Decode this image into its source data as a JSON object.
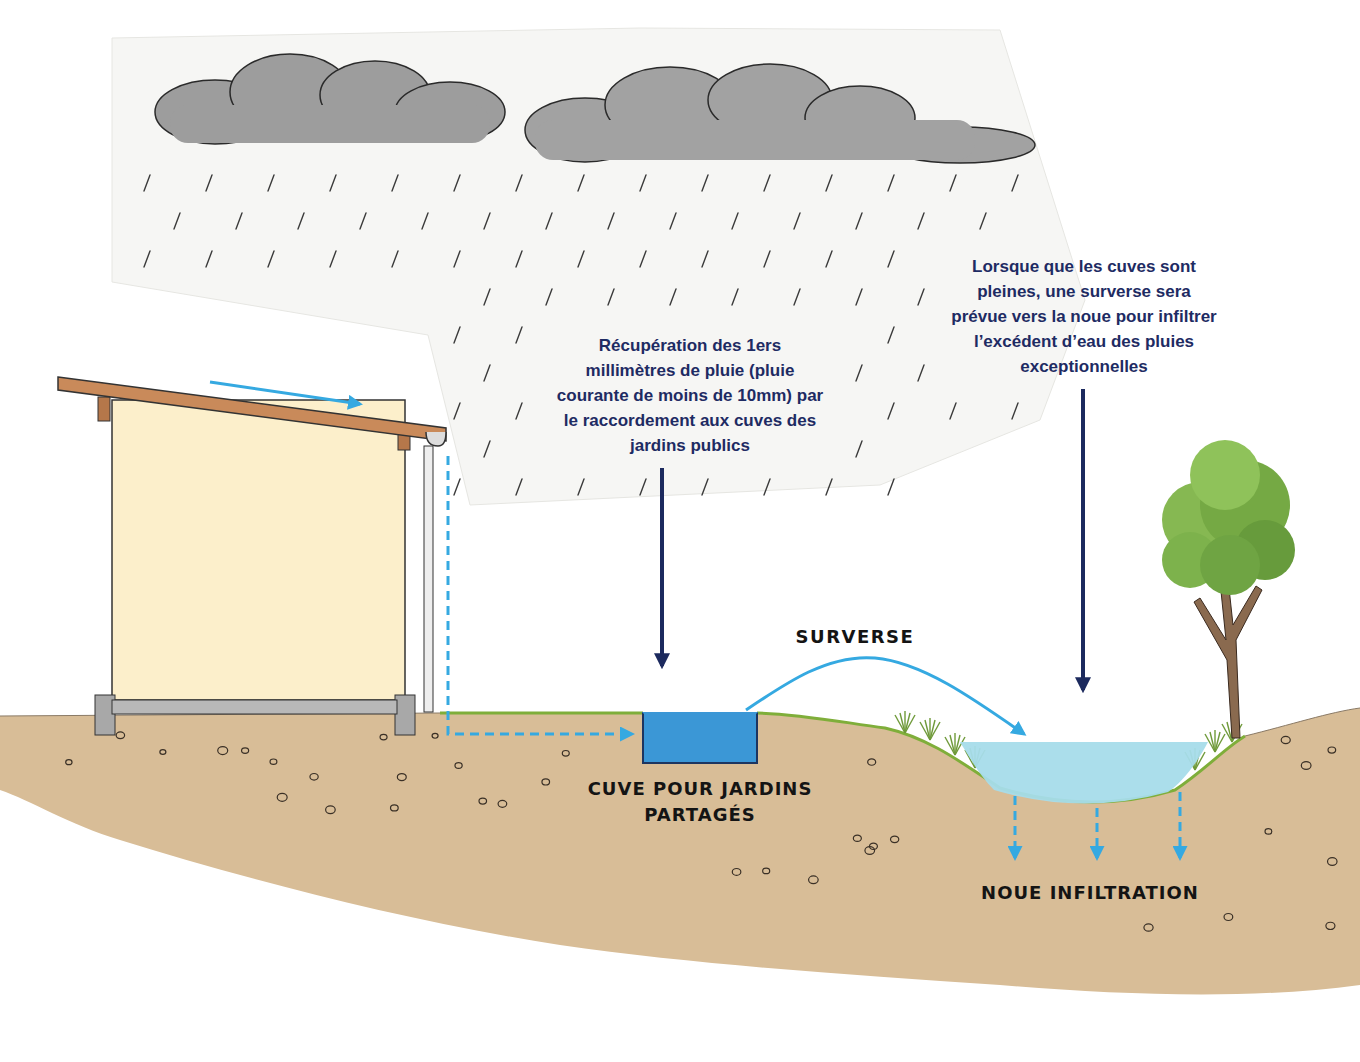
{
  "diagram": {
    "nodes": [
      {
        "text": [
          "CUVE POUR JARDINS PARTAGÉS"
        ]
      },
      {
        "text": [
          "NOUE INFILTRATION"
        ]
      }
    ],
    "edges": [
      {
        "from": 0,
        "to": 1,
        "arrow": "to",
        "label": "SURVERSE"
      }
    ],
    "labels": [
      "Récupération des 1ers millimètres de pluie (pluie courante de moins de 10mm) par le raccordement aux cuves des jardins publics",
      "Lorsque que les cuves sont pleines, une surverse sera prévue vers la noue pour infiltrer l’excédent d’eau des pluies exceptionnelles"
    ]
  }
}
